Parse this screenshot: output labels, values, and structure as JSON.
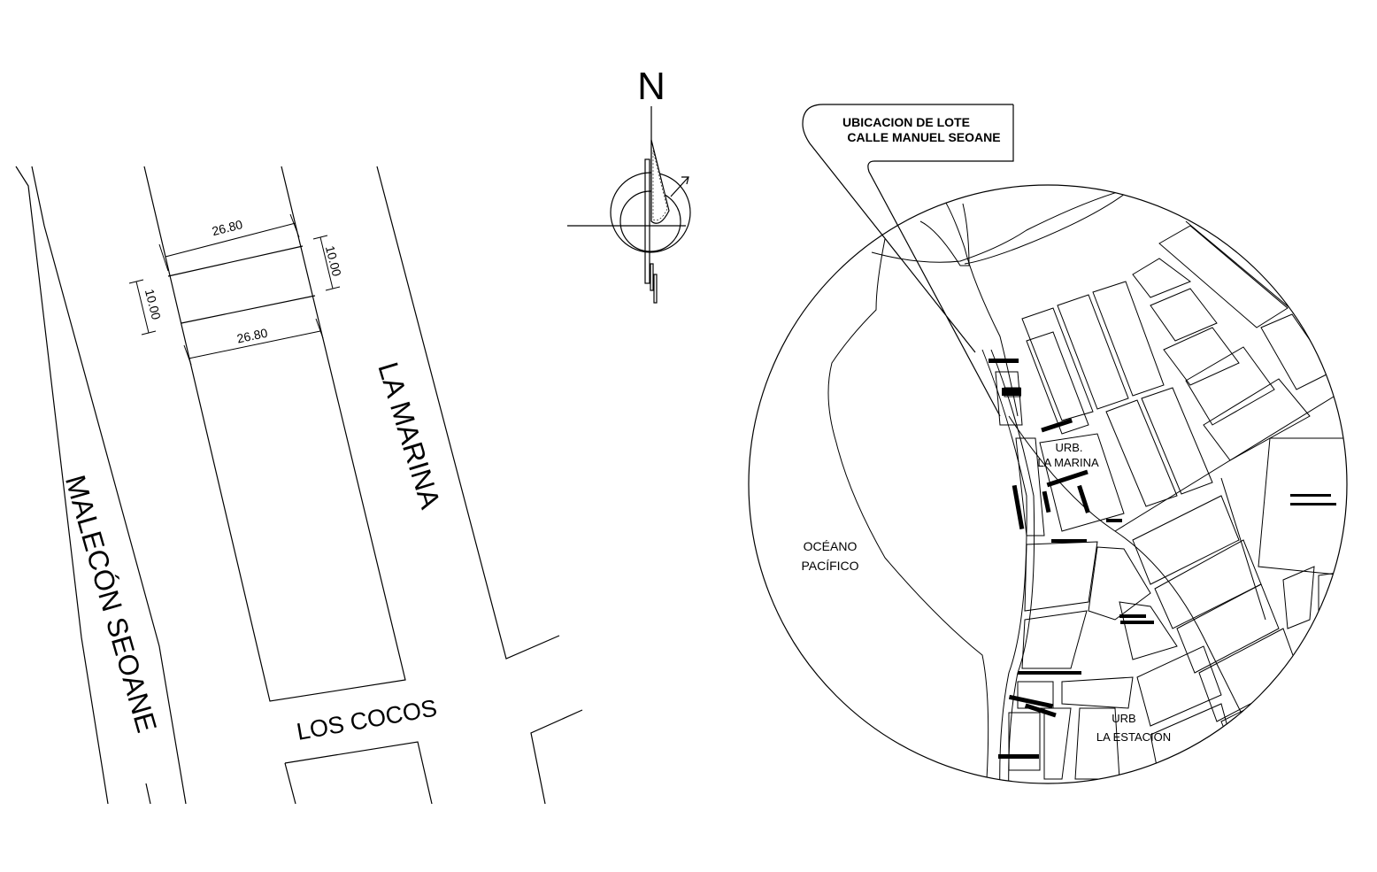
{
  "site_plan": {
    "streets": {
      "malecon": "MALECÓN SEOANE",
      "la_marina": "LA MARINA",
      "los_cocos": "LOS COCOS"
    },
    "dimensions": {
      "top_width": "26.80",
      "bottom_width": "26.80",
      "left_depth": "10.00",
      "right_depth": "10.00"
    }
  },
  "north_arrow": {
    "label": "N"
  },
  "location_map": {
    "callout_line1": "UBICACION DE LOTE",
    "callout_line2": "CALLE MANUEL SEOANE",
    "ocean_line1": "OCÉANO",
    "ocean_line2": "PACÍFICO",
    "urb_marina_line1": "URB.",
    "urb_marina_line2": "LA MARINA",
    "urb_estacion_line1": "URB",
    "urb_estacion_line2": "LA ESTACION"
  }
}
